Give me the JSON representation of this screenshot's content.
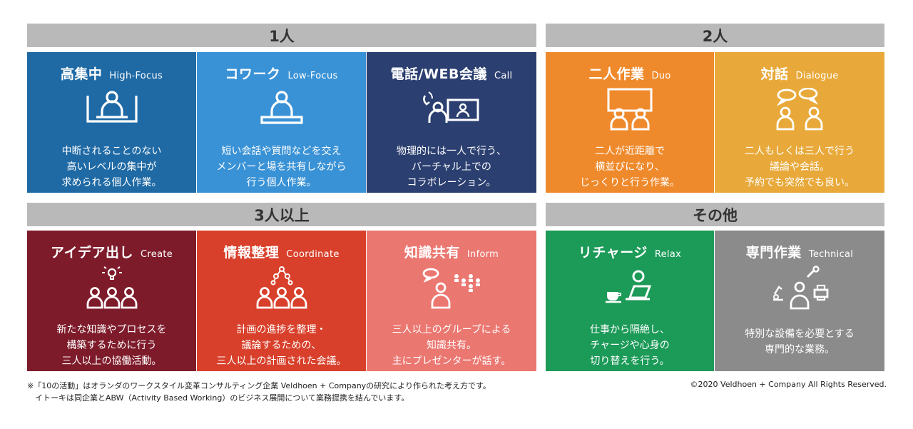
{
  "headers": {
    "one": "1人",
    "two": "2人",
    "three": "3人以上",
    "other": "その他"
  },
  "cards": {
    "high_focus": {
      "jp": "高集中",
      "en": "High-Focus",
      "desc": "中断されることのない\n高いレベルの集中が\n求められる個人作業。",
      "icon": "desk-person-icon"
    },
    "low_focus": {
      "jp": "コワーク",
      "en": "Low-Focus",
      "desc": "短い会話や質問などを交え\nメンバーと場を共有しながら\n行う個人作業。",
      "icon": "desk-person-icon"
    },
    "call": {
      "jp": "電話/WEB会議",
      "en": "Call",
      "desc": "物理的には一人で行う、\nバーチャル上での\nコラボレーション。",
      "icon": "video-call-icon"
    },
    "duo": {
      "jp": "二人作業",
      "en": "Duo",
      "desc": "二人が近距離で\n横並びになり、\nじっくりと行う作業。",
      "icon": "two-people-screen-icon"
    },
    "dialogue": {
      "jp": "対話",
      "en": "Dialogue",
      "desc": "二人もしくは三人で行う\n議論や会話。\n予約でも突然でも良い。",
      "icon": "two-people-speech-icon"
    },
    "create": {
      "jp": "アイデア出し",
      "en": "Create",
      "desc": "新たな知識やプロセスを\n構築するために行う\n三人以上の協働活動。",
      "icon": "group-lightbulb-icon"
    },
    "coordinate": {
      "jp": "情報整理",
      "en": "Coordinate",
      "desc": "計画の進捗を整理・\n議論するための、\n三人以上の計画された会議。",
      "icon": "group-hierarchy-icon"
    },
    "inform": {
      "jp": "知識共有",
      "en": "Inform",
      "desc": "三人以上のグループによる\n知識共有。\n主にプレゼンターが話す。",
      "icon": "presenter-audience-icon"
    },
    "relax": {
      "jp": "リチャージ",
      "en": "Relax",
      "desc": "仕事から隔絶し、\nチャージや心身の\n切り替えを行う。",
      "icon": "coffee-laptop-icon"
    },
    "technical": {
      "jp": "専門作業",
      "en": "Technical",
      "desc": "特別な設備を必要とする\n専門的な業務。",
      "icon": "tools-person-icon"
    }
  },
  "footer": {
    "note": "※「10の活動」はオランダのワークスタイル変革コンサルティング企業 Veldhoen + Companyの研究により作られた考え方です。\n　イトーキは同企業とABW（Activity Based Working）のビジネス展開について業務提携を結んでいます。",
    "copyright": "©2020 Veldhoen + Company All Rights Reserved."
  },
  "colors": {
    "header_bg": "#b9b9b9",
    "high_focus": "#1f6aa5",
    "low_focus": "#3a92d6",
    "call": "#2b3f70",
    "duo": "#ef8a2c",
    "dialogue": "#e8a93a",
    "create": "#7e1b2a",
    "coordinate": "#d8402b",
    "inform": "#eb7771",
    "relax": "#1c9a58",
    "technical": "#8b8b8b"
  }
}
